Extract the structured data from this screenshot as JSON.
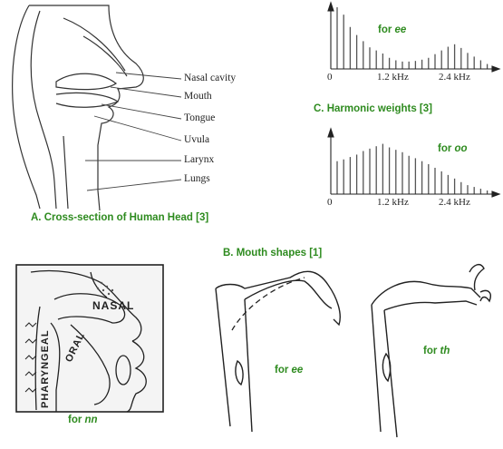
{
  "head_labels": [
    "Nasal cavity",
    "Mouth",
    "Tongue",
    "Uvula",
    "Larynx",
    "Lungs"
  ],
  "captions": {
    "a": "A.  Cross-section of Human Head [3]",
    "b": "B.  Mouth shapes [1]",
    "c": "C.  Harmonic weights [3]"
  },
  "spectrum_top": {
    "label_prefix": "for ",
    "label_sound": "ee",
    "ticks": [
      "0",
      "1.2 kHz",
      "2.4 kHz"
    ],
    "harmonic_heights": [
      1.0,
      0.88,
      0.68,
      0.55,
      0.45,
      0.35,
      0.3,
      0.25,
      0.18,
      0.14,
      0.12,
      0.12,
      0.13,
      0.15,
      0.18,
      0.24,
      0.3,
      0.36,
      0.4,
      0.34,
      0.26,
      0.2,
      0.14,
      0.08
    ]
  },
  "spectrum_bottom": {
    "label_prefix": "for ",
    "label_sound": "oo",
    "ticks": [
      "0",
      "1.2 kHz",
      "2.4 kHz"
    ],
    "harmonic_heights": [
      0.55,
      0.58,
      0.62,
      0.66,
      0.72,
      0.76,
      0.8,
      0.84,
      0.78,
      0.74,
      0.7,
      0.64,
      0.6,
      0.55,
      0.5,
      0.44,
      0.38,
      0.32,
      0.26,
      0.2,
      0.15,
      0.12,
      0.09,
      0.06
    ]
  },
  "xray": {
    "nasal": "NASAL",
    "pharyngeal": "PHARYNGEAL",
    "oral": "ORAL",
    "label_prefix": "for ",
    "label_sound": "nn"
  },
  "mouth_ee": {
    "label_prefix": "for ",
    "label_sound": "ee"
  },
  "mouth_th": {
    "label_prefix": "for  ",
    "label_sound": "th"
  },
  "colors": {
    "caption_green": "#2e8b1f",
    "line": "#222222"
  }
}
